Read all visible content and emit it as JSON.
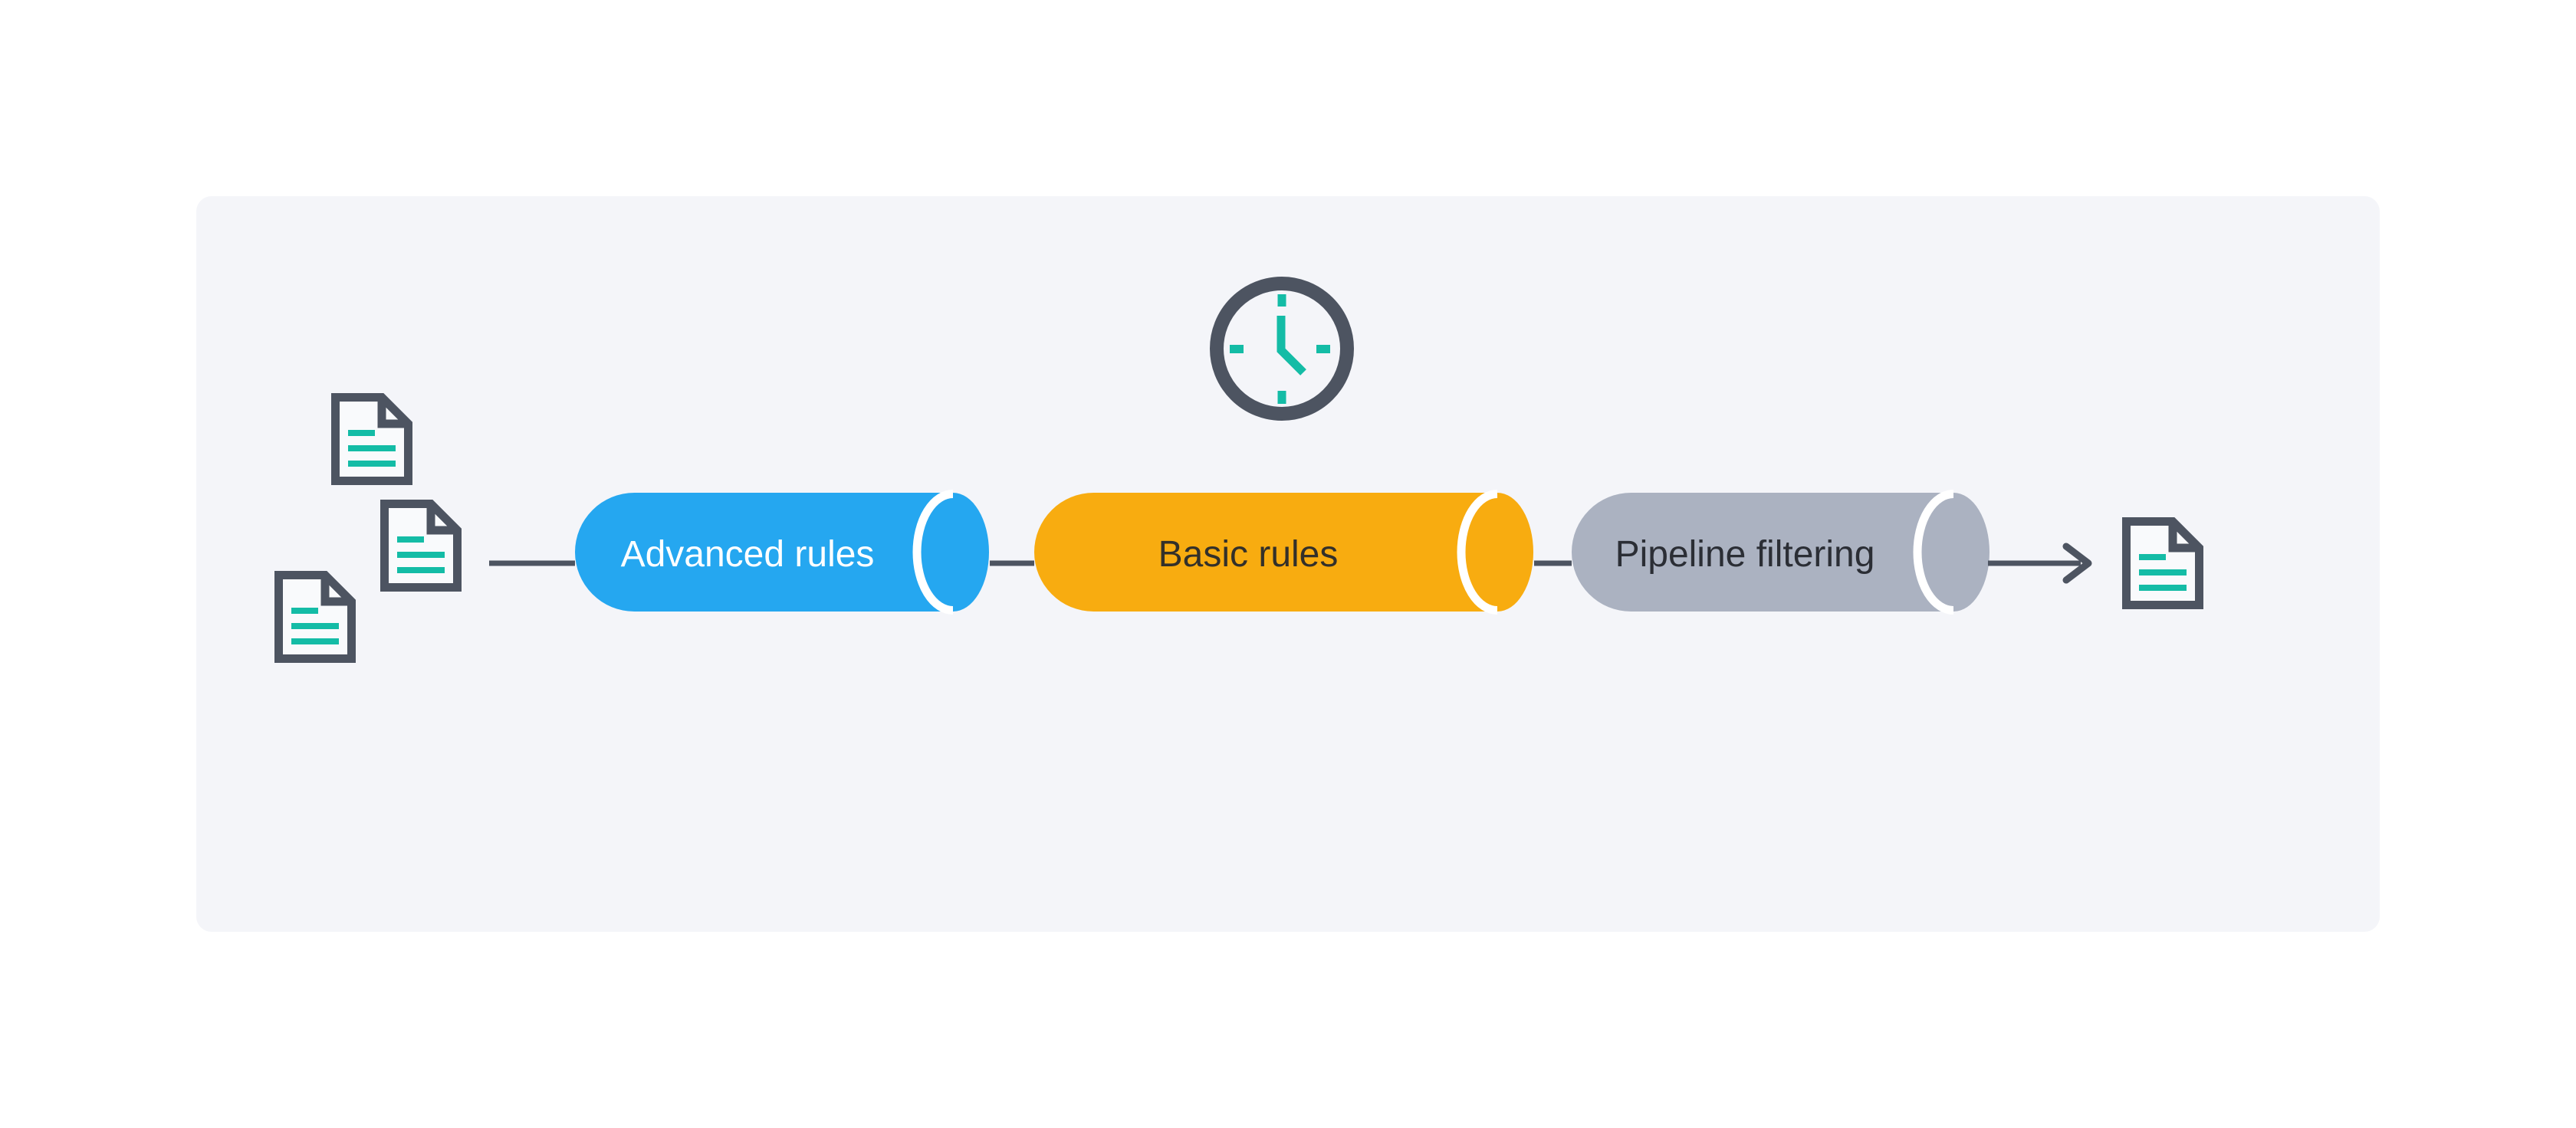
{
  "page": {
    "background": "#FFFFFF",
    "panel_background": "#F4F5F9"
  },
  "palette": {
    "outline_dark": "#4D5461",
    "accent_teal": "#14BCA6",
    "connector_color": "#4D5461",
    "document_fill": "#F9FAFC",
    "cap_separator": "#FFFFFF"
  },
  "pipeline": {
    "flow_direction": "left-to-right",
    "stages": [
      {
        "label": "Advanced rules",
        "fill": "#25A7F0",
        "label_color": "#FFFFFF"
      },
      {
        "label": "Basic rules",
        "fill": "#F8AC10",
        "label_color": "#33302A"
      },
      {
        "label": "Pipeline filtering",
        "fill": "#ABB2C1",
        "label_color": "#2B2E35"
      }
    ]
  },
  "icons": {
    "input_documents": {
      "name": "document-icon",
      "count": 3
    },
    "output_document": {
      "name": "document-icon",
      "count": 1
    },
    "clock": {
      "name": "clock-icon",
      "tick_color": "#14BCA6"
    },
    "arrow": {
      "name": "arrow-right-icon"
    }
  }
}
